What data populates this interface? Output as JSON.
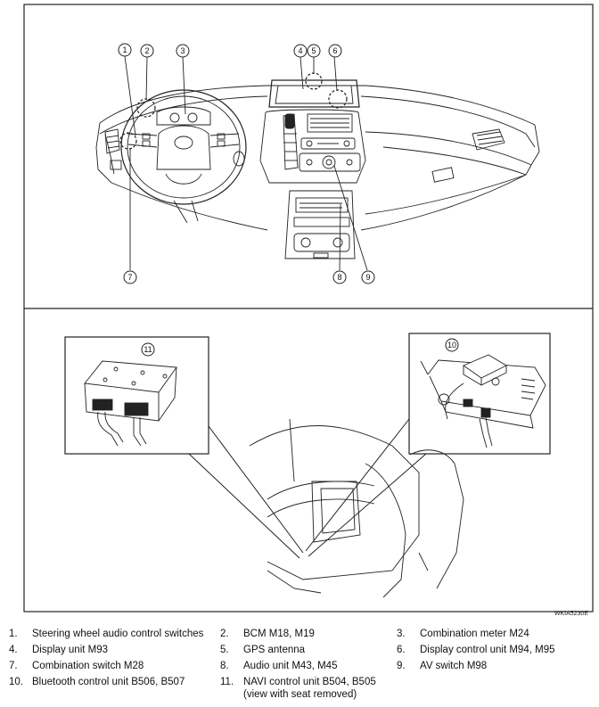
{
  "callouts": [
    "1",
    "2",
    "3",
    "4",
    "5",
    "6",
    "7",
    "8",
    "9",
    "10",
    "11"
  ],
  "figure_code": "WKIA5230E",
  "legend": [
    {
      "num": "1.",
      "text": "Steering wheel audio control switches"
    },
    {
      "num": "2.",
      "text": "BCM M18, M19"
    },
    {
      "num": "3.",
      "text": "Combination meter M24"
    },
    {
      "num": "4.",
      "text": "Display unit M93"
    },
    {
      "num": "5.",
      "text": "GPS antenna"
    },
    {
      "num": "6.",
      "text": "Display control unit M94, M95"
    },
    {
      "num": "7.",
      "text": "Combination switch M28"
    },
    {
      "num": "8.",
      "text": "Audio unit M43, M45"
    },
    {
      "num": "9.",
      "text": "AV switch M98"
    },
    {
      "num": "10.",
      "text": "Bluetooth control unit B506, B507"
    },
    {
      "num": "11.",
      "text": "NAVI control unit B504, B505",
      "text2": "(view with seat removed)"
    }
  ]
}
